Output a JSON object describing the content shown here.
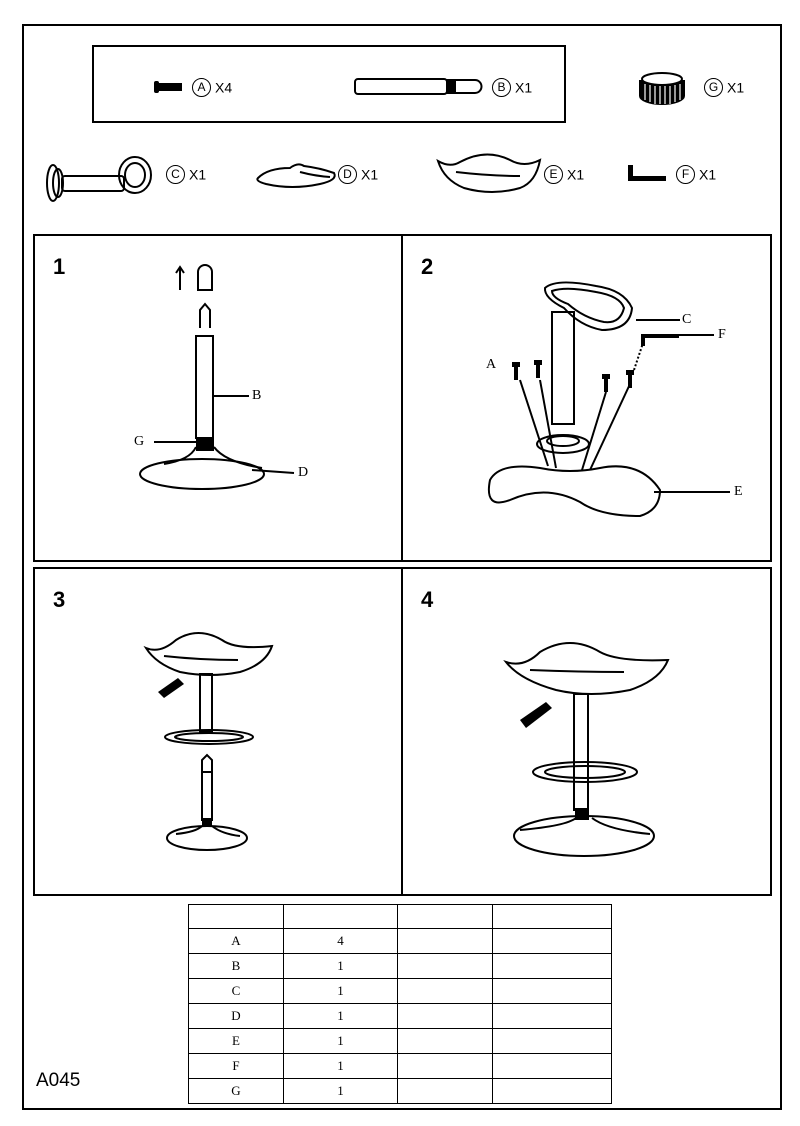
{
  "hardware": [
    {
      "letter": "A",
      "qty": "X4"
    },
    {
      "letter": "B",
      "qty": "X1"
    },
    {
      "letter": "G",
      "qty": "X1"
    },
    {
      "letter": "C",
      "qty": "X1"
    },
    {
      "letter": "D",
      "qty": "X1"
    },
    {
      "letter": "E",
      "qty": "X1"
    },
    {
      "letter": "F",
      "qty": "X1"
    }
  ],
  "steps": [
    {
      "number": "1",
      "callouts": {
        "b": "B",
        "g": "G",
        "d": "D"
      }
    },
    {
      "number": "2",
      "callouts": {
        "c": "C",
        "f": "F",
        "a": "A",
        "e": "E"
      }
    },
    {
      "number": "3"
    },
    {
      "number": "4"
    }
  ],
  "parts_table": {
    "rows": [
      {
        "part": "A",
        "qty": "4"
      },
      {
        "part": "B",
        "qty": "1"
      },
      {
        "part": "C",
        "qty": "1"
      },
      {
        "part": "D",
        "qty": "1"
      },
      {
        "part": "E",
        "qty": "1"
      },
      {
        "part": "F",
        "qty": "1"
      },
      {
        "part": "G",
        "qty": "1"
      }
    ]
  },
  "model_number": "A045"
}
